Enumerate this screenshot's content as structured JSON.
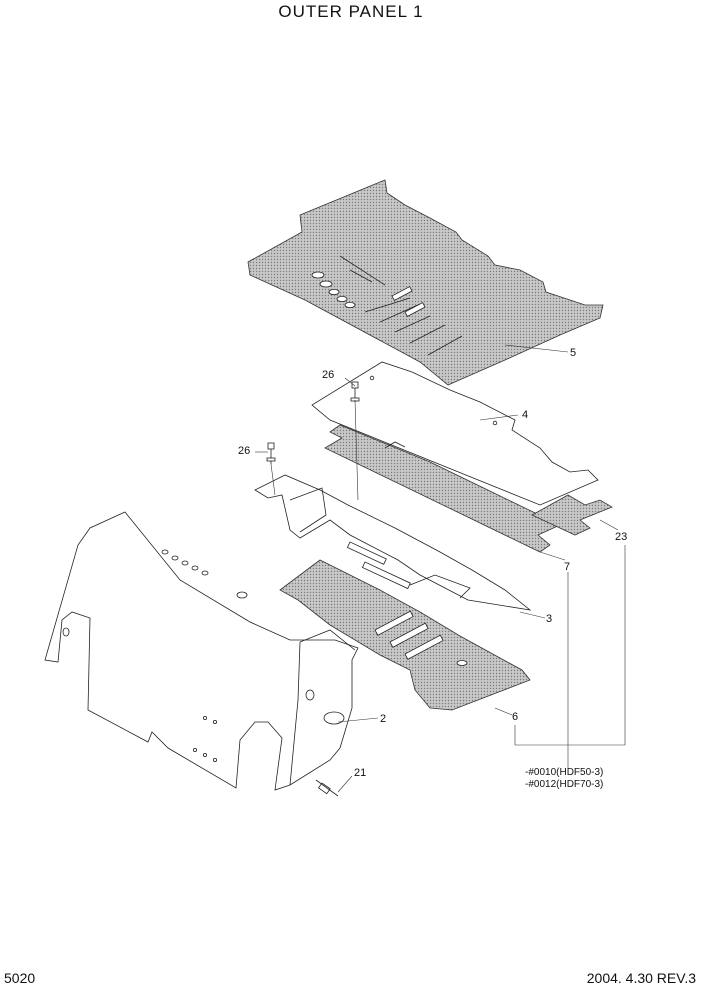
{
  "header": {
    "title": "OUTER PANEL 1"
  },
  "footer": {
    "page_number": "5020",
    "revision": "2004. 4.30 REV.3"
  },
  "callouts": {
    "c5": "5",
    "c26a": "26",
    "c4": "4",
    "c26b": "26",
    "c23": "23",
    "c7": "7",
    "c3": "3",
    "c2": "2",
    "c6": "6",
    "c21": "21"
  },
  "serial_notes": {
    "line1": "-#0010(HDF50-3)",
    "line2": "-#0012(HDF70-3)"
  }
}
